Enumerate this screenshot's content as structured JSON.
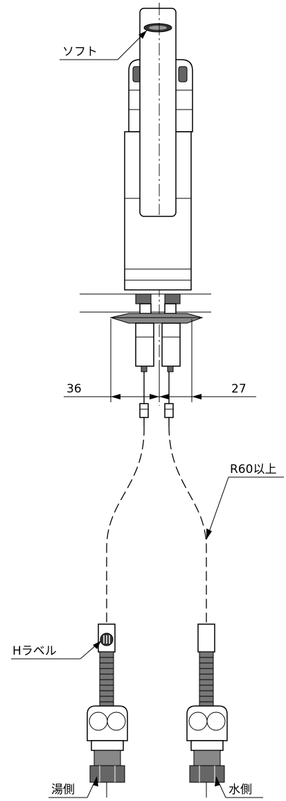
{
  "callouts": {
    "soft": "ソフト",
    "min_radius": "R60以上",
    "h_label": "Hラベル",
    "hot_side": "湯側",
    "cold_side": "水側"
  },
  "dimensions": {
    "left_offset": "36",
    "right_offset": "27"
  }
}
